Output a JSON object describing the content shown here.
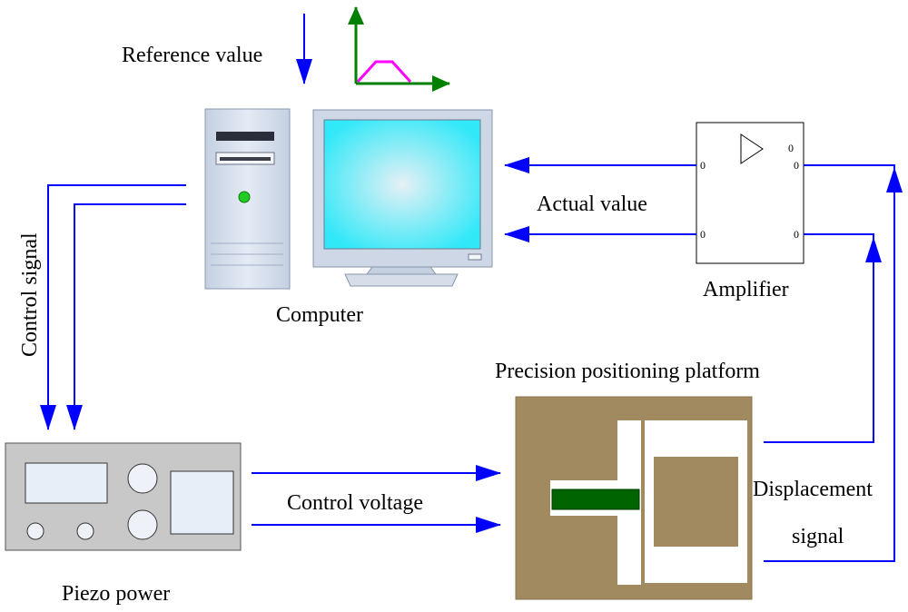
{
  "labels": {
    "reference_value": "Reference value",
    "computer": "Computer",
    "actual_value": "Actual value",
    "amplifier": "Amplifier",
    "control_signal": "Control signal",
    "precision_platform": "Precision positioning platform",
    "control_voltage": "Control voltage",
    "displacement": "Displacement",
    "signal": "signal",
    "piezo_power": "Piezo power"
  },
  "amplifier_pins": {
    "in_top": "0",
    "in_bottom": "0",
    "out_top": "0",
    "out_bottom": "0",
    "aux": "0"
  },
  "colors": {
    "signal_arrows": "#0000ff",
    "axis": "#008000",
    "trajectory": "#ff00ff",
    "platform_body": "#a28a60",
    "actuator": "#006400",
    "monitor_screen": "#4ee8f5",
    "piezo_panel": "#c8c8c8",
    "computer_case": "#d2dcea"
  },
  "icons": [
    "down-arrow-icon",
    "trajectory-plot-icon",
    "computer-tower-icon",
    "monitor-icon",
    "amplifier-triangle-icon",
    "piezo-power-supply-icon",
    "positioning-platform-icon"
  ]
}
